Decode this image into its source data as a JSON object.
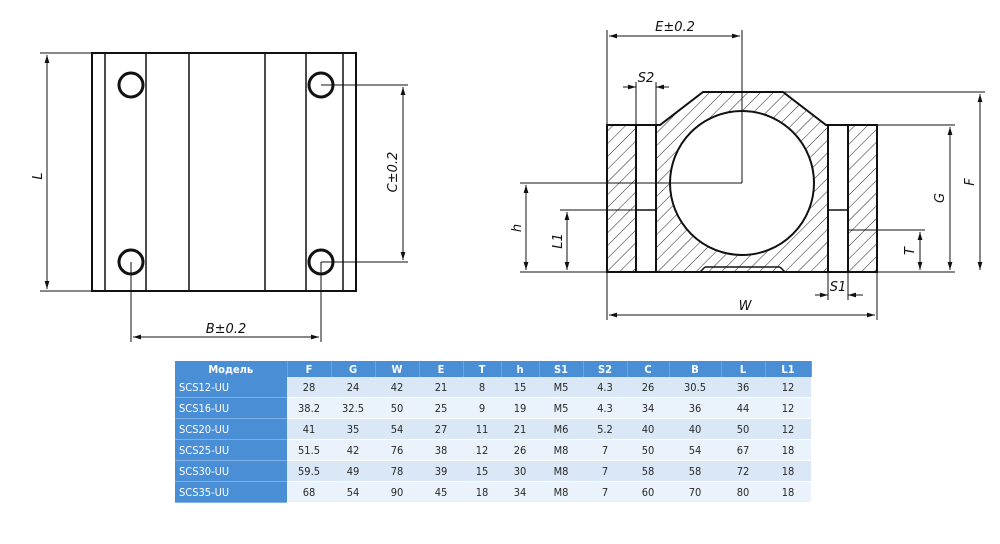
{
  "drawing": {
    "top_view": {
      "labels": {
        "length": "L",
        "hole_spacing_y": "C±0.2",
        "hole_spacing_x": "B±0.2"
      }
    },
    "front_view": {
      "labels": {
        "E": "E±0.2",
        "S2": "S2",
        "h": "h",
        "L1": "L1",
        "G": "G",
        "F": "F",
        "T": "T",
        "S1": "S1",
        "W": "W"
      }
    }
  },
  "table": {
    "headers": [
      "Модель",
      "F",
      "G",
      "W",
      "E",
      "T",
      "h",
      "S1",
      "S2",
      "C",
      "B",
      "L",
      "L1"
    ],
    "rows": [
      [
        "SCS12-UU",
        "28",
        "24",
        "42",
        "21",
        "8",
        "15",
        "M5",
        "4.3",
        "26",
        "30.5",
        "36",
        "12"
      ],
      [
        "SCS16-UU",
        "38.2",
        "32.5",
        "50",
        "25",
        "9",
        "19",
        "M5",
        "4.3",
        "34",
        "36",
        "44",
        "12"
      ],
      [
        "SCS20-UU",
        "41",
        "35",
        "54",
        "27",
        "11",
        "21",
        "M6",
        "5.2",
        "40",
        "40",
        "50",
        "12"
      ],
      [
        "SCS25-UU",
        "51.5",
        "42",
        "76",
        "38",
        "12",
        "26",
        "M8",
        "7",
        "50",
        "54",
        "67",
        "18"
      ],
      [
        "SCS30-UU",
        "59.5",
        "49",
        "78",
        "39",
        "15",
        "30",
        "M8",
        "7",
        "58",
        "58",
        "72",
        "18"
      ],
      [
        "SCS35-UU",
        "68",
        "54",
        "90",
        "45",
        "18",
        "34",
        "M8",
        "7",
        "60",
        "70",
        "80",
        "18"
      ]
    ]
  }
}
